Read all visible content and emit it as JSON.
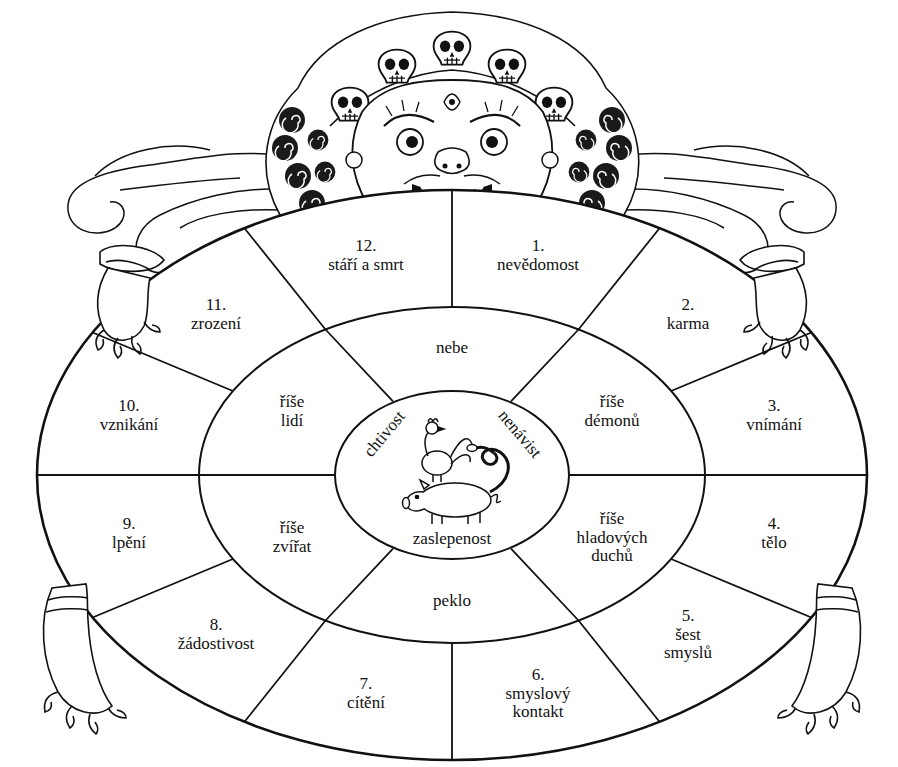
{
  "diagram": {
    "nodes": [
      {
        "text": [
          "1.",
          "nevědomost"
        ]
      },
      {
        "text": [
          "2.",
          "karma"
        ]
      },
      {
        "text": [
          "3.",
          "vnímání"
        ]
      },
      {
        "text": [
          "4.",
          "tělo"
        ]
      },
      {
        "text": [
          "5.",
          "šest smyslů"
        ]
      },
      {
        "text": [
          "6.",
          "smyslový kontakt"
        ]
      },
      {
        "text": [
          "7.",
          "cítění"
        ]
      },
      {
        "text": [
          "8.",
          "žádostivost"
        ]
      },
      {
        "text": [
          "9.",
          "lpění"
        ]
      },
      {
        "text": [
          "10.",
          "vznikání"
        ]
      },
      {
        "text": [
          "11.",
          "zrození"
        ]
      },
      {
        "text": [
          "12.",
          "stáří a smrt"
        ]
      },
      {
        "text": [
          "nebe"
        ]
      },
      {
        "text": [
          "říše démonů"
        ]
      },
      {
        "text": [
          "říše hladových duchů"
        ]
      },
      {
        "text": [
          "peklo"
        ]
      },
      {
        "text": [
          "říše zvířat"
        ]
      },
      {
        "text": [
          "říše lidí"
        ]
      },
      {
        "text": [
          "chtivost",
          "nenávist",
          "zaslepenost"
        ]
      }
    ]
  }
}
